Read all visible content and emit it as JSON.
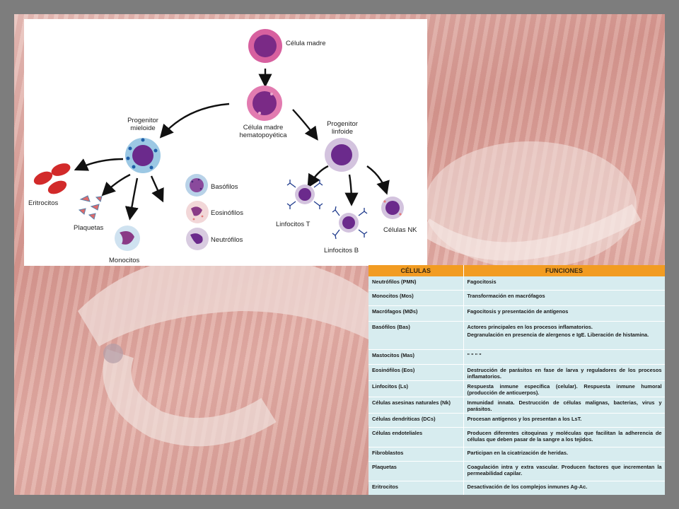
{
  "diagram": {
    "nodes": {
      "stem_cell": "Célula madre",
      "hsc": [
        "Célula madre",
        "hematopoyética"
      ],
      "myeloid": [
        "Progenitor",
        "mieloide"
      ],
      "lymphoid": [
        "Progenitor",
        "linfoide"
      ],
      "erythrocytes": "Eritrocitos",
      "platelets": "Plaquetas",
      "monocytes": "Monocitos",
      "basophils": "Basófilos",
      "eosinophils": "Eosinófilos",
      "neutrophils": "Neutrófilos",
      "t_cells": "Linfocitos T",
      "b_cells": "Linfocitos B",
      "nk_cells": "Células NK"
    },
    "colors": {
      "stem": "#d7609f",
      "myeloid": "#9cc8e4",
      "lymphoid": "#d3c3de",
      "erythrocyte": "#d22a2a",
      "nucleus": "#6b2a8c"
    }
  },
  "table": {
    "headers": [
      "CÉLULAS",
      "FUNCIONES"
    ],
    "rows": [
      {
        "cell": "Neutrófilos (PMN)",
        "functions": [
          "Fagocitosis"
        ]
      },
      {
        "cell": "Monocitos (Mos)",
        "functions": [
          "Transformación en macrófagos"
        ]
      },
      {
        "cell": "Macrófagos (MØs)",
        "functions": [
          "Fagocitosis y presentación de antígenos"
        ]
      },
      {
        "cell": "Basófilos (Bas)",
        "functions": [
          "Actores principales en los procesos inflamatorios.",
          "Degranulación en presencia de alergenos e IgE. Liberación de histamina."
        ]
      },
      {
        "cell": "Mastocitos (Mas)",
        "functions": [
          "\"          \"          \"          \""
        ]
      },
      {
        "cell": "Eosinófilos (Eos)",
        "functions": [
          "Destrucción de parásitos en fase de larva y reguladores de los procesos inflamatorios."
        ]
      },
      {
        "cell": "Linfocitos (Ls)",
        "functions": [
          "Respuesta inmune específica (celular). Respuesta inmune humoral (producción de anticuerpos)."
        ]
      },
      {
        "cell": "Células asesinas naturales (Nk)",
        "functions": [
          "Inmunidad innata. Destrucción de células malignas, bacterias, virus y parásitos."
        ]
      },
      {
        "cell": "Células dendríticas (DCs)",
        "functions": [
          "Procesan antígenos y los presentan a los LsT."
        ]
      },
      {
        "cell": "Células endoteliales",
        "functions": [
          "Producen diferentes citoquinas y moléculas que facilitan la adherencia de células que deben pasar de la sangre a los tejidos."
        ]
      },
      {
        "cell": "Fibroblastos",
        "functions": [
          "Participan en la cicatrización de heridas."
        ]
      },
      {
        "cell": "Plaquetas",
        "functions": [
          "Coagulación intra y extra vascular. Producen factores que incrementan la permeabilidad capilar."
        ]
      },
      {
        "cell": "Eritrocitos",
        "functions": [
          "Desactivación de los complejos inmunes Ag-Ac."
        ]
      }
    ]
  }
}
